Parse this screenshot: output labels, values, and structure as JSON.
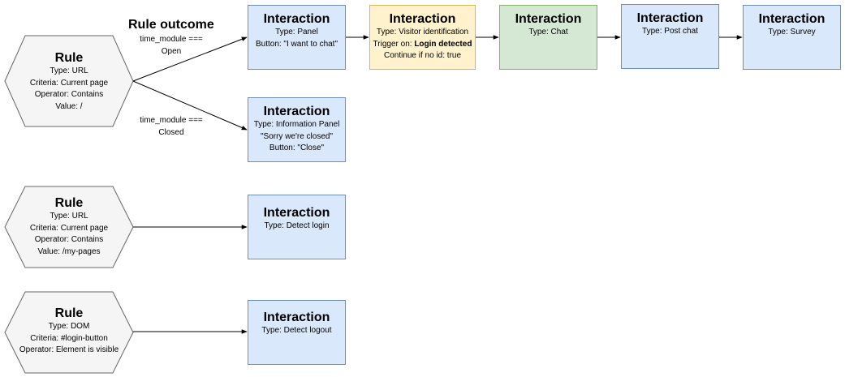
{
  "outcome_heading": "Rule outcome",
  "edges": {
    "open": [
      "time_module  ===",
      "Open"
    ],
    "closed": [
      "time_module  ===",
      "Closed"
    ]
  },
  "rules": [
    {
      "title": "Rule",
      "lines": [
        "Type: URL",
        "Criteria: Current page",
        "Operator: Contains",
        "Value: /"
      ]
    },
    {
      "title": "Rule",
      "lines": [
        "Type: URL",
        "Criteria: Current page",
        "Operator: Contains",
        "Value: /my-pages"
      ]
    },
    {
      "title": "Rule",
      "lines": [
        "Type: DOM",
        "Criteria: #login-button",
        "Operator: Element is visible"
      ]
    }
  ],
  "interactions": {
    "panel": {
      "title": "Interaction",
      "lines": [
        "Type: Panel",
        "Button: \"I want to chat\""
      ]
    },
    "visitor_id": {
      "title": "Interaction",
      "lines": [
        "Type: Visitor identification",
        "Trigger on:",
        "Login detected",
        "Continue if no id: true"
      ]
    },
    "chat": {
      "title": "Interaction",
      "lines": [
        "Type: Chat"
      ]
    },
    "post_chat": {
      "title": "Interaction",
      "lines": [
        "Type: Post chat"
      ]
    },
    "survey": {
      "title": "Interaction",
      "lines": [
        "Type: Survey"
      ]
    },
    "info_panel": {
      "title": "Interaction",
      "lines": [
        "Type: Information Panel",
        "\"Sorry we're closed\"",
        "Button: \"Close\""
      ]
    },
    "detect_login": {
      "title": "Interaction",
      "lines": [
        "Type: Detect login"
      ]
    },
    "detect_logout": {
      "title": "Interaction",
      "lines": [
        "Type: Detect logout"
      ]
    }
  },
  "colors": {
    "interaction_fill": "#dae8fc",
    "interaction_stroke": "#6c8ebf",
    "identification_fill": "#fff2cc",
    "identification_stroke": "#d6b656",
    "chat_fill": "#d5e8d4",
    "chat_stroke": "#82b366",
    "rule_fill": "#f5f5f5",
    "rule_stroke": "#666666"
  }
}
